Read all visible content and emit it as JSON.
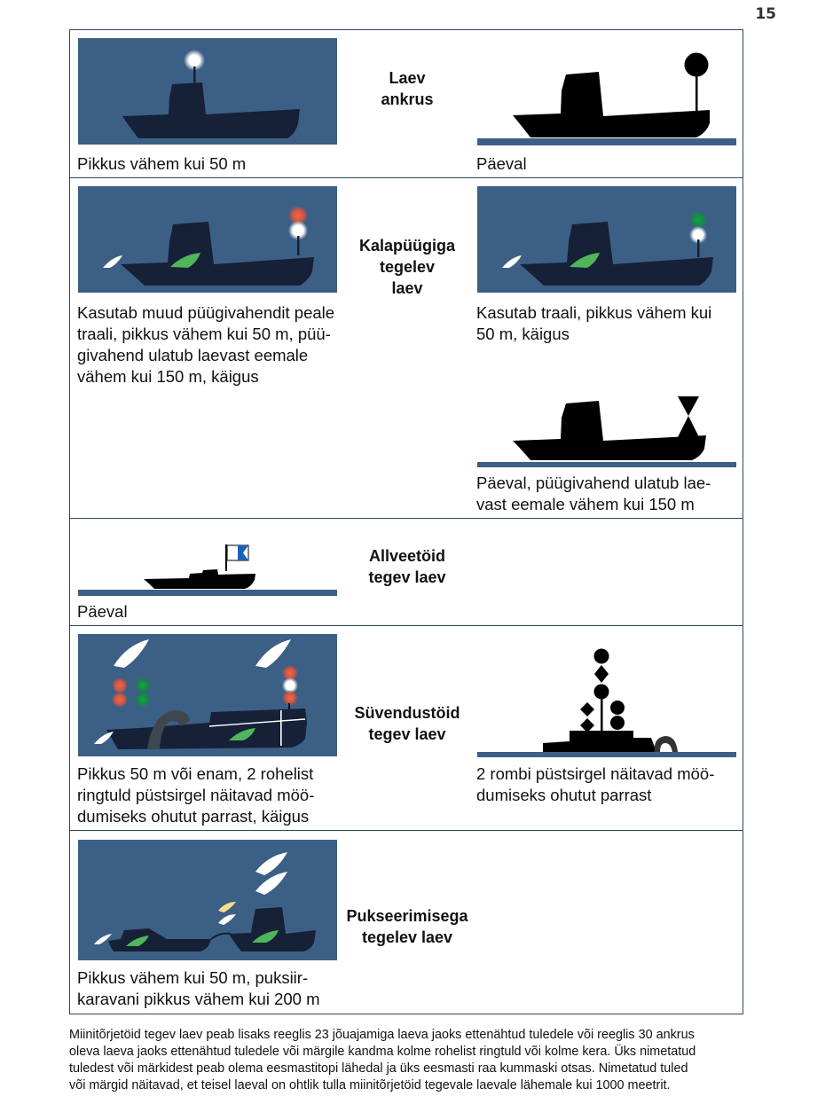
{
  "page_number": "15",
  "rows": [
    {
      "title_lines": [
        "Laev",
        "ankrus"
      ],
      "captions": [
        "Pikkus vähem kui 50 m",
        "Päeval"
      ]
    },
    {
      "title_lines": [
        "Kalapüügiga",
        "tegelev",
        "laev"
      ],
      "captions": [
        [
          "Kasutab muud püügivahendit peale",
          "traali, pikkus vähem kui 50 m, püü-",
          "givahend ulatub laevast eemale",
          "vähem kui 150 m, käigus"
        ],
        [
          "Kasutab traali, pikkus vähem kui",
          "50 m, käigus"
        ],
        [
          "Päeval, püügivahend ulatub lae-",
          "vast eemale vähem kui 150 m"
        ]
      ]
    },
    {
      "title_lines": [
        "Allveetöid",
        "tegev laev"
      ],
      "captions": [
        "Päeval"
      ]
    },
    {
      "title_lines": [
        "Süvendustöid",
        "tegev laev"
      ],
      "captions": [
        [
          "Pikkus 50 m või enam, 2 rohelist",
          "ringtuld püstsirgel näitavad möö-",
          "dumiseks ohutut parrast, käigus"
        ],
        [
          "2 rombi püstsirgel näitavad möö-",
          "dumiseks ohutut parrast"
        ]
      ]
    },
    {
      "title_lines": [
        "Pukseerimisega",
        "tegelev laev"
      ],
      "captions": [
        [
          "Pikkus vähem kui 50 m, puksiir-",
          "karavani pikkus vähem kui 200 m"
        ]
      ]
    }
  ],
  "footnote": [
    "Miinitõrjetöid tegev laev peab lisaks reeglis 23 jõuajamiga laeva jaoks ettenähtud tuledele või reeglis 30 ankrus",
    "oleva laeva jaoks ettenähtud tuledele või märgile kandma kolme rohelist ringtuld või kolme kera. Üks nimetatud",
    "tuledest või märkidest peab olema eesmastitopi lähedal ja üks eesmasti raa kummaski otsas. Nimetatud tuled",
    "või märgid näitavad, et teisel laeval on ohtlik tulla miinitõrjetöid tegevale laevale lähemale kui 1000 meetrit."
  ],
  "colors": {
    "night_bg": "#3c5f86",
    "hull_night": "#162036",
    "day_hull": "#000000",
    "water": "#3c5f86",
    "light_red": "#d9553d",
    "light_green": "#0f8f3c",
    "light_white": "#ffffff",
    "light_yellow": "#f2e08a",
    "sidelight_green": "#4fb659",
    "flag_blue": "#1a62b8"
  }
}
